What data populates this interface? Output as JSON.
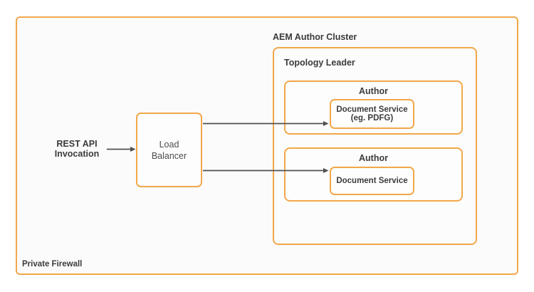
{
  "colors": {
    "accent_orange": "#F2A74A",
    "arrow_gray": "#515151",
    "label_dark": "#3B3B3B",
    "body_gray": "#4D4D4D"
  },
  "firewall": {
    "label": "Private Firewall"
  },
  "invocation": {
    "line1": "REST API",
    "line2": "Invocation"
  },
  "load_balancer": {
    "line1": "Load",
    "line2": "Balancer"
  },
  "cluster": {
    "label": "AEM Author Cluster"
  },
  "topology": {
    "label": "Topology Leader"
  },
  "authors": [
    {
      "label": "Author",
      "service": {
        "line1": "Document Service",
        "line2": "(eg. PDFG)"
      }
    },
    {
      "label": "Author",
      "service": {
        "line1": "Document Service"
      }
    }
  ],
  "icons": {
    "connector_arrowhead": "arrow-right"
  }
}
